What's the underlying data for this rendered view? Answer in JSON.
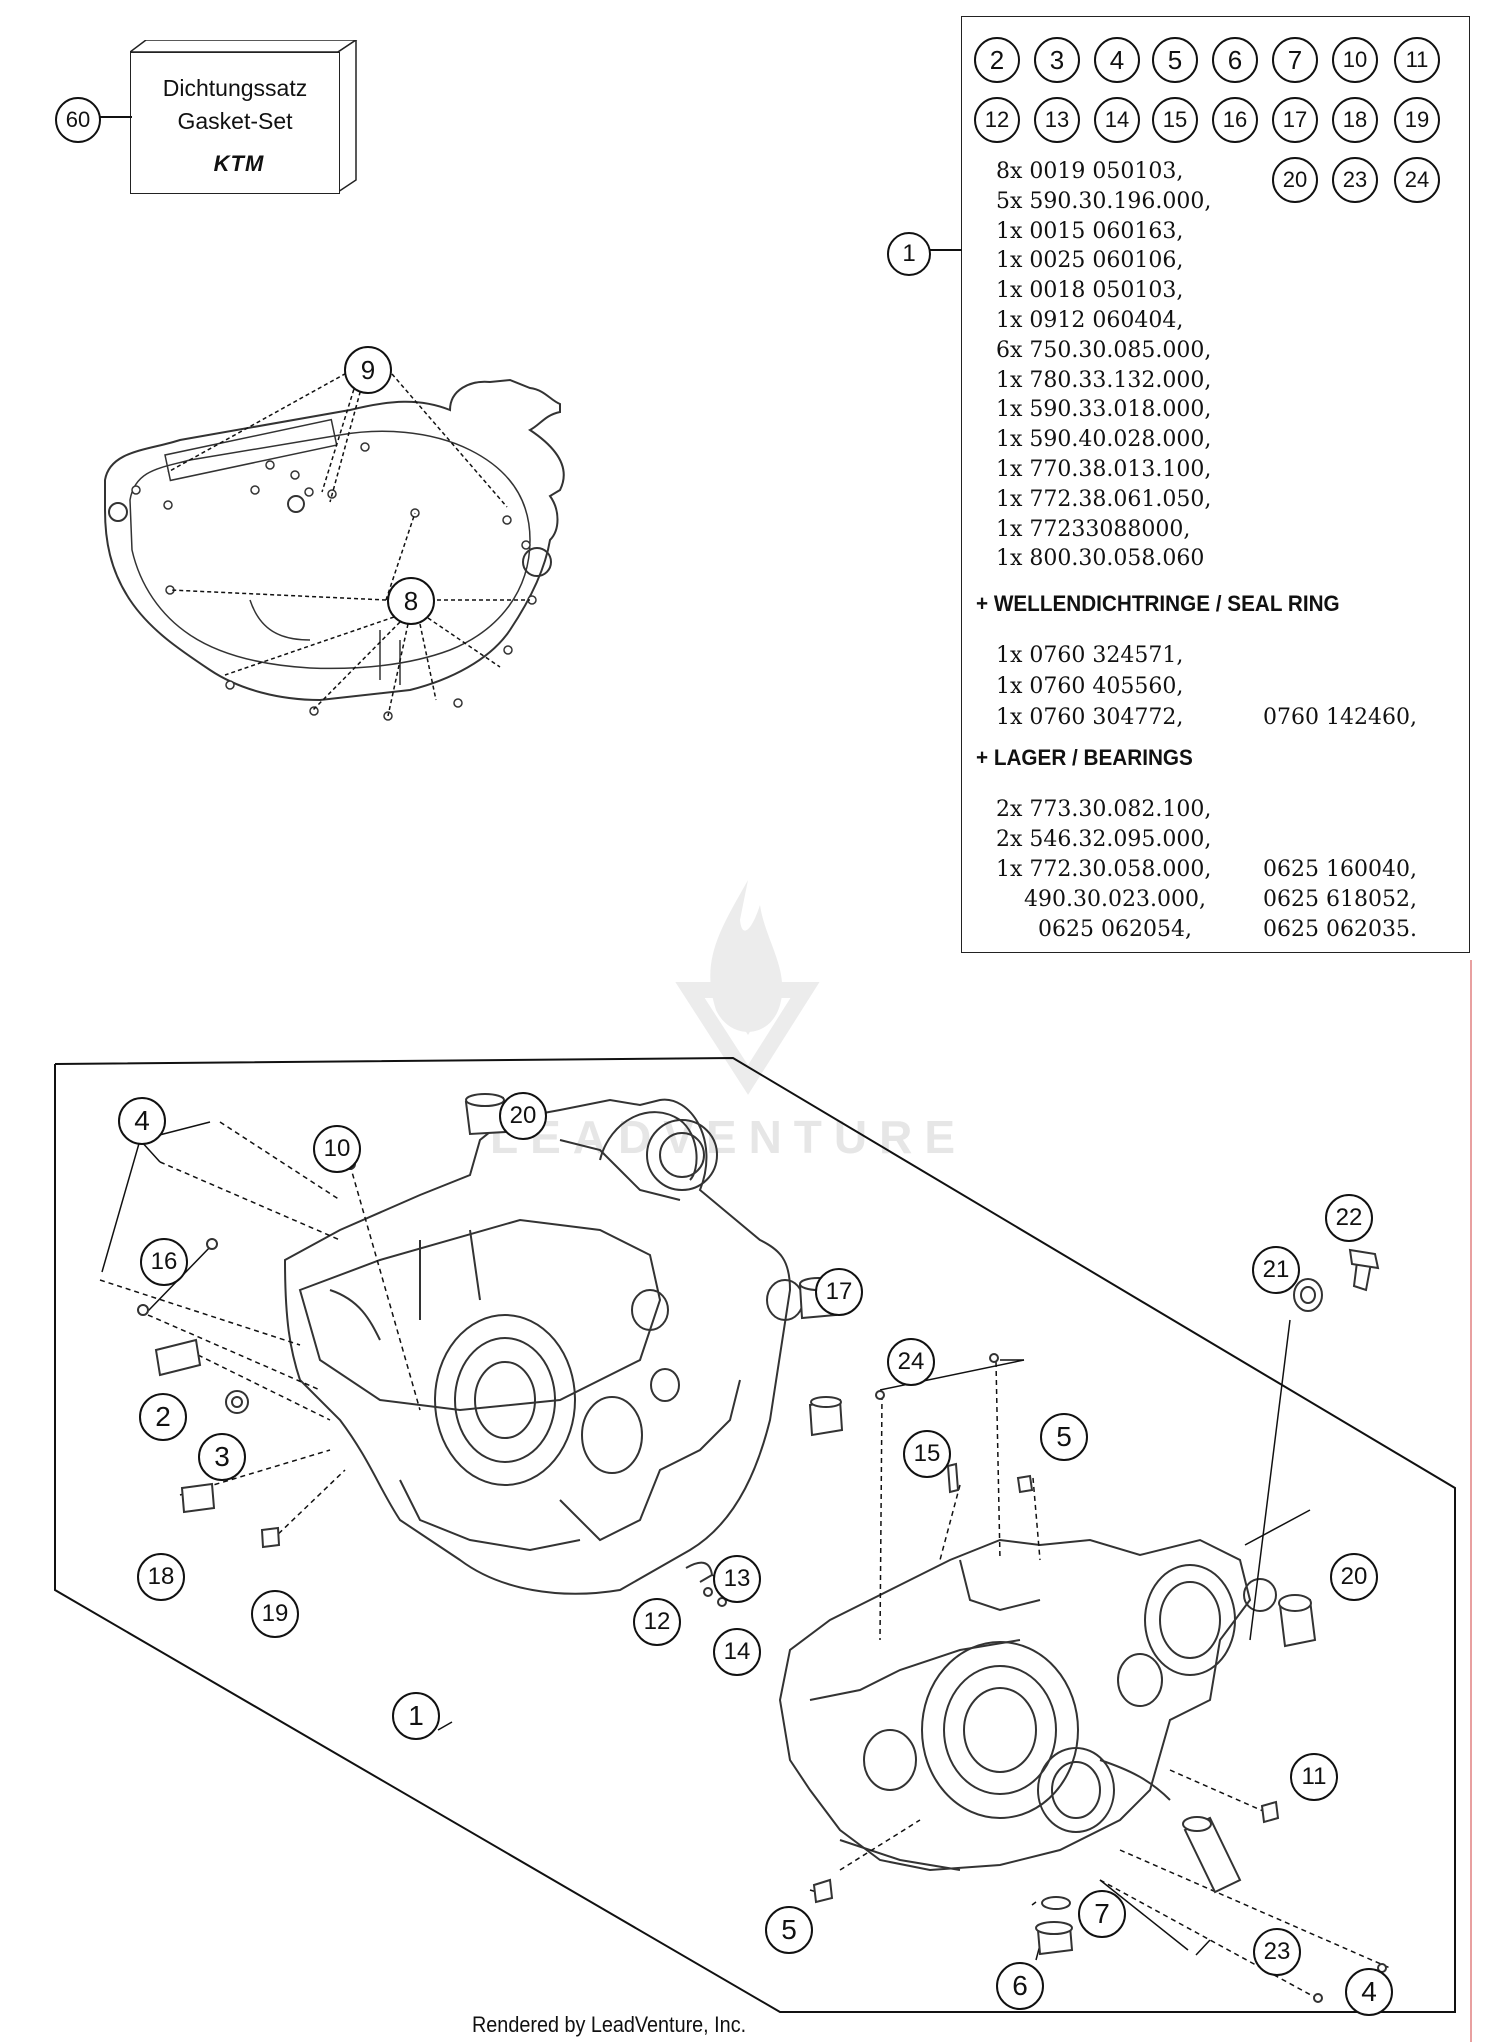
{
  "gasket_set": {
    "callout": "60",
    "label_de": "Dichtungssatz",
    "label_en": "Gasket-Set",
    "logo": "KTM"
  },
  "parts_box": {
    "callout": "1",
    "included_callouts": [
      "2",
      "3",
      "4",
      "5",
      "6",
      "7",
      "10",
      "11",
      "12",
      "13",
      "14",
      "15",
      "16",
      "17",
      "18",
      "19",
      "20",
      "23",
      "24"
    ],
    "list": [
      "8x 0019 050103,",
      "5x 590.30.196.000,",
      "1x 0015 060163,",
      "1x 0025 060106,",
      "1x 0018 050103,",
      "1x 0912 060404,",
      "6x 750.30.085.000,",
      "1x 780.33.132.000,",
      "1x 590.33.018.000,",
      "1x 590.40.028.000,",
      "1x 770.38.013.100,",
      "1x 772.38.061.050,",
      "1x 77233088000,",
      "1x 800.30.058.060"
    ],
    "seal_header": "+ WELLENDICHTRINGE /  SEAL RING",
    "seal_list": [
      "1x 0760 324571,",
      "1x 0760 405560,",
      "1x 0760 304772,"
    ],
    "seal_extra": "0760 142460,",
    "bearing_header": "+ LAGER / BEARINGS",
    "bearing_list": [
      "2x 773.30.082.100,",
      "2x 546.32.095.000,",
      "1x 772.30.058.000,",
      "490.30.023.000,",
      "0625 062054,"
    ],
    "bearing_extra": [
      "0625 160040,",
      "0625 618052,",
      "0625 062035."
    ]
  },
  "gasket_drawing": {
    "callouts": [
      "9",
      "8"
    ]
  },
  "crankcase_callouts": [
    "4",
    "20",
    "10",
    "16",
    "17",
    "2",
    "3",
    "18",
    "19",
    "12",
    "13",
    "14",
    "1",
    "22",
    "21",
    "24",
    "5",
    "15",
    "11",
    "20",
    "5",
    "7",
    "23",
    "6",
    "4"
  ],
  "watermark": "LEADVENTURE",
  "footer": "Rendered by LeadVenture, Inc.",
  "colors": {
    "line": "#111111",
    "drawing": "#333333",
    "watermark": "#e6e6e6",
    "edge": "#e8a0a0"
  }
}
